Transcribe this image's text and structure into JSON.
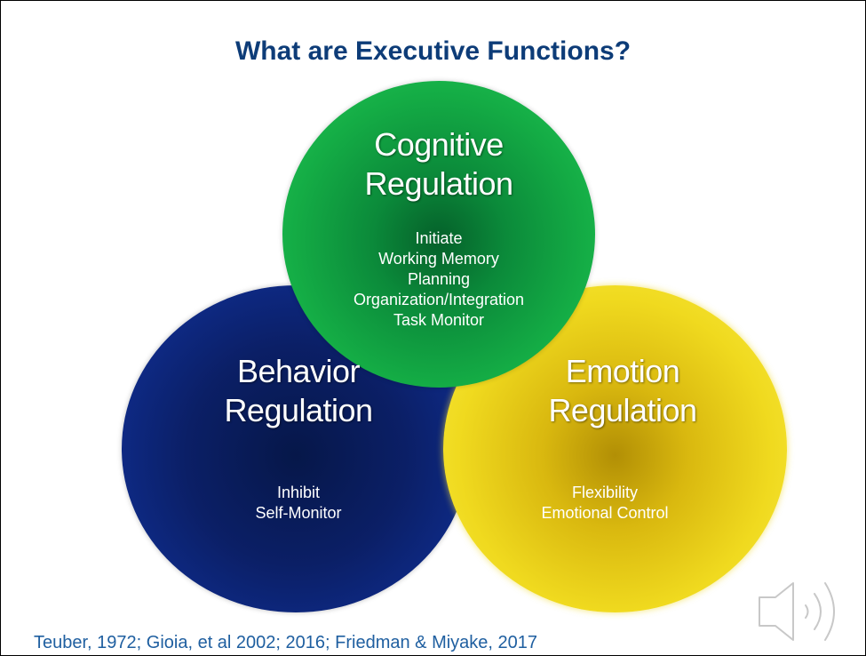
{
  "title": "What are Executive Functions?",
  "circles": {
    "cognitive": {
      "heading": [
        "Cognitive",
        "Regulation"
      ],
      "items": [
        "Initiate",
        "Working Memory",
        "Planning",
        "Organization/Integration",
        "Task Monitor"
      ],
      "color": "#14ac45"
    },
    "behavior": {
      "heading": [
        "Behavior",
        "Regulation"
      ],
      "items": [
        "Inhibit",
        "Self-Monitor"
      ],
      "color": "#0e2a86"
    },
    "emotion": {
      "heading": [
        "Emotion",
        "Regulation"
      ],
      "items": [
        "Flexibility",
        "Emotional Control"
      ],
      "color": "#f0da1f"
    }
  },
  "citation": "Teuber, 1972; Gioia, et al 2002; 2016; Friedman & Miyake, 2017",
  "speaker_icon": "speaker-icon"
}
